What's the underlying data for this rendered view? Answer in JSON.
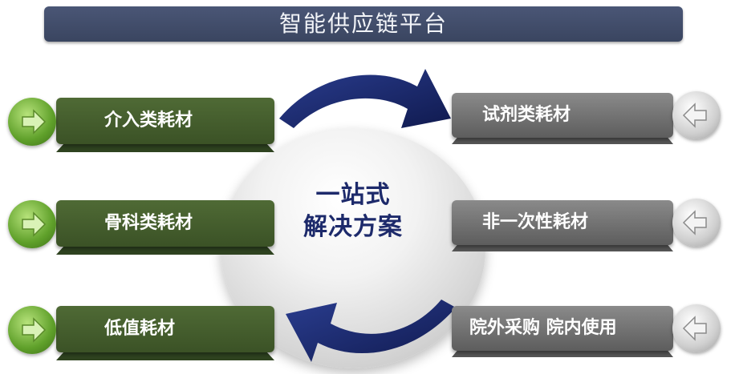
{
  "title": "智能供应链平台",
  "center": {
    "line1": "一站式",
    "line2": "解决方案"
  },
  "left_items": [
    {
      "label": "介入类耗材"
    },
    {
      "label": "骨科类耗材"
    },
    {
      "label": "低值耗材"
    }
  ],
  "right_items": [
    {
      "label": "试剂类耗材"
    },
    {
      "label": "非一次性耗材"
    },
    {
      "label": "院外采购 院内使用"
    }
  ],
  "colors": {
    "title_bar": "#3f4a66",
    "left_bar": "#46602e",
    "right_bar": "#6e6e6e",
    "cycle_arrow": "#1c2b6e"
  },
  "icons": {
    "left_button": "green-right-arrow-icon",
    "right_button": "gray-left-arrow-icon",
    "cycle": "circular-arrows-icon"
  }
}
